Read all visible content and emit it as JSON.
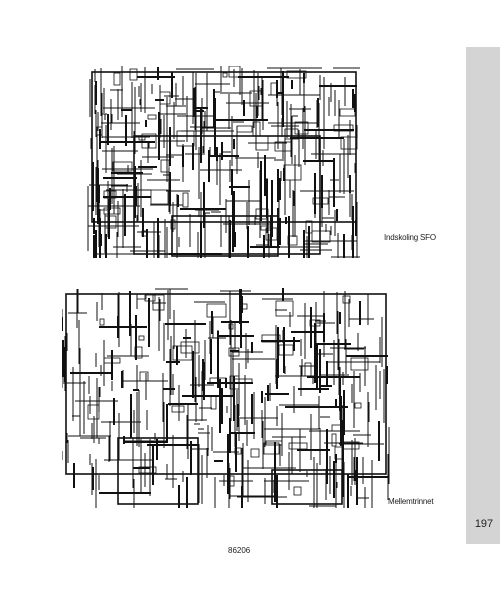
{
  "page": {
    "number": "197",
    "footer_code": "86206"
  },
  "plans": [
    {
      "caption": "Indskoling  SFO",
      "icon": "floor-plan-drawing"
    },
    {
      "caption": "Mellemtrinnet",
      "icon": "floor-plan-drawing"
    }
  ],
  "colors": {
    "ink": "#111111",
    "sidebar": "#d4d4d4",
    "paper": "#ffffff"
  }
}
